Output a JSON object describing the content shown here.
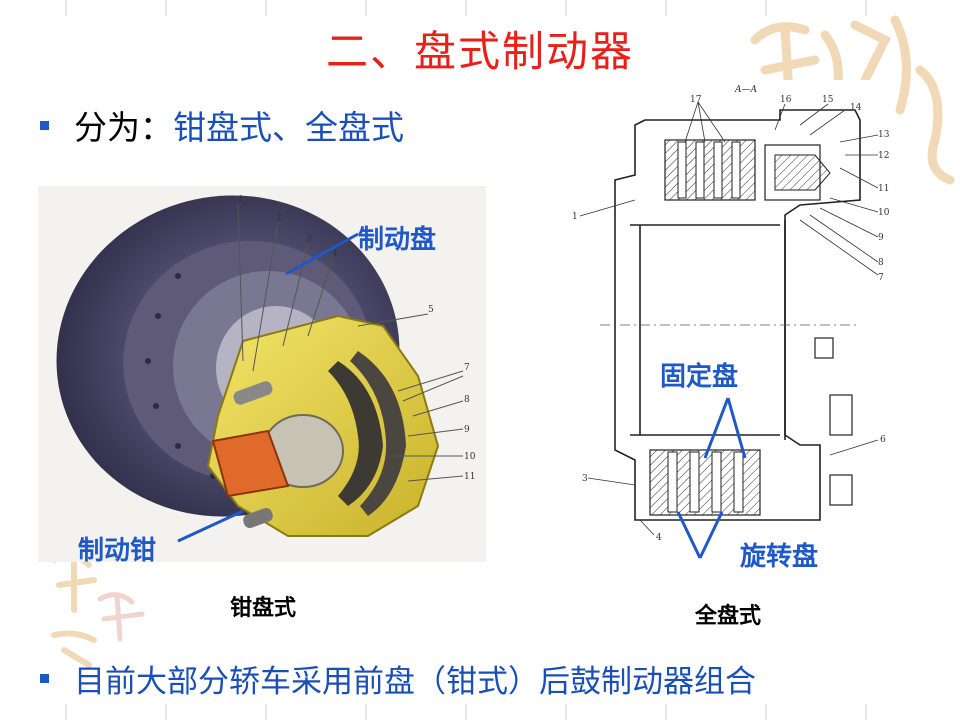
{
  "slide": {
    "title": "二、盘式制动器",
    "bullet1_prefix": "分为：",
    "bullet1_types": "钳盘式、全盘式",
    "bullet2": "目前大部分轿车采用前盘（钳式）后鼓制动器组合"
  },
  "left_figure": {
    "caption": "钳盘式",
    "callout_disc": "制动盘",
    "callout_caliper": "制动钳",
    "part_numbers": [
      "1",
      "2",
      "3",
      "4",
      "5",
      "7",
      "8",
      "9",
      "10",
      "11"
    ]
  },
  "right_figure": {
    "caption": "全盘式",
    "section_label": "A—A",
    "callout_fixed": "固定盘",
    "callout_rotating": "旋转盘",
    "part_numbers": [
      "17",
      "16",
      "15",
      "14",
      "13",
      "12",
      "11",
      "10",
      "9",
      "8",
      "7",
      "1",
      "6",
      "3",
      "4"
    ]
  },
  "colors": {
    "title": "#e8201a",
    "accent_blue": "#1f58c7",
    "caliper_yellow": "#e2cf3c",
    "disc_purple": "#5a5577"
  }
}
